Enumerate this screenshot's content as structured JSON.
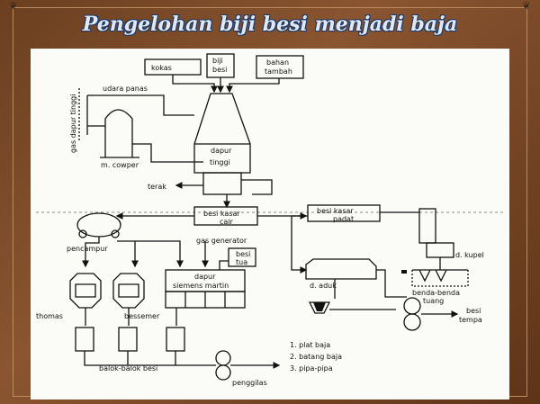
{
  "title": "Pengelohan biji besi menjadi baja",
  "labels": {
    "kokas": "kokas",
    "biji1": "biji",
    "biji2": "besi",
    "bahan1": "bahan",
    "bahan2": "tambah",
    "udara": "udara panas",
    "gas_dapur": "gas dapur tinggi",
    "cowper": "m. cowper",
    "dapur1": "dapur",
    "dapur2": "tinggi",
    "terak": "terak",
    "besi_cair1": "besi kasar",
    "besi_cair2": "cair",
    "besi_padat1": "besi kasar",
    "besi_padat2": "padat",
    "pencampur": "pencampur",
    "gas_generator": "gas generator",
    "besi_tua1": "besi",
    "besi_tua2": "tua",
    "siemens1": "dapur",
    "siemens2": "siemens martin",
    "thomas": "thomas",
    "bessemer": "bessemer",
    "aduk": "d. aduk",
    "kupel": "d. kupel",
    "benda1": "benda-benda",
    "benda2": "tuang",
    "besi_tempa1": "besi",
    "besi_tempa2": "tempa",
    "balok": "balok-balok besi",
    "penggilas": "penggilas",
    "produk1": "1.  plat baja",
    "produk2": "2.  batang baja",
    "produk3": "3.  pipa-pipa"
  }
}
